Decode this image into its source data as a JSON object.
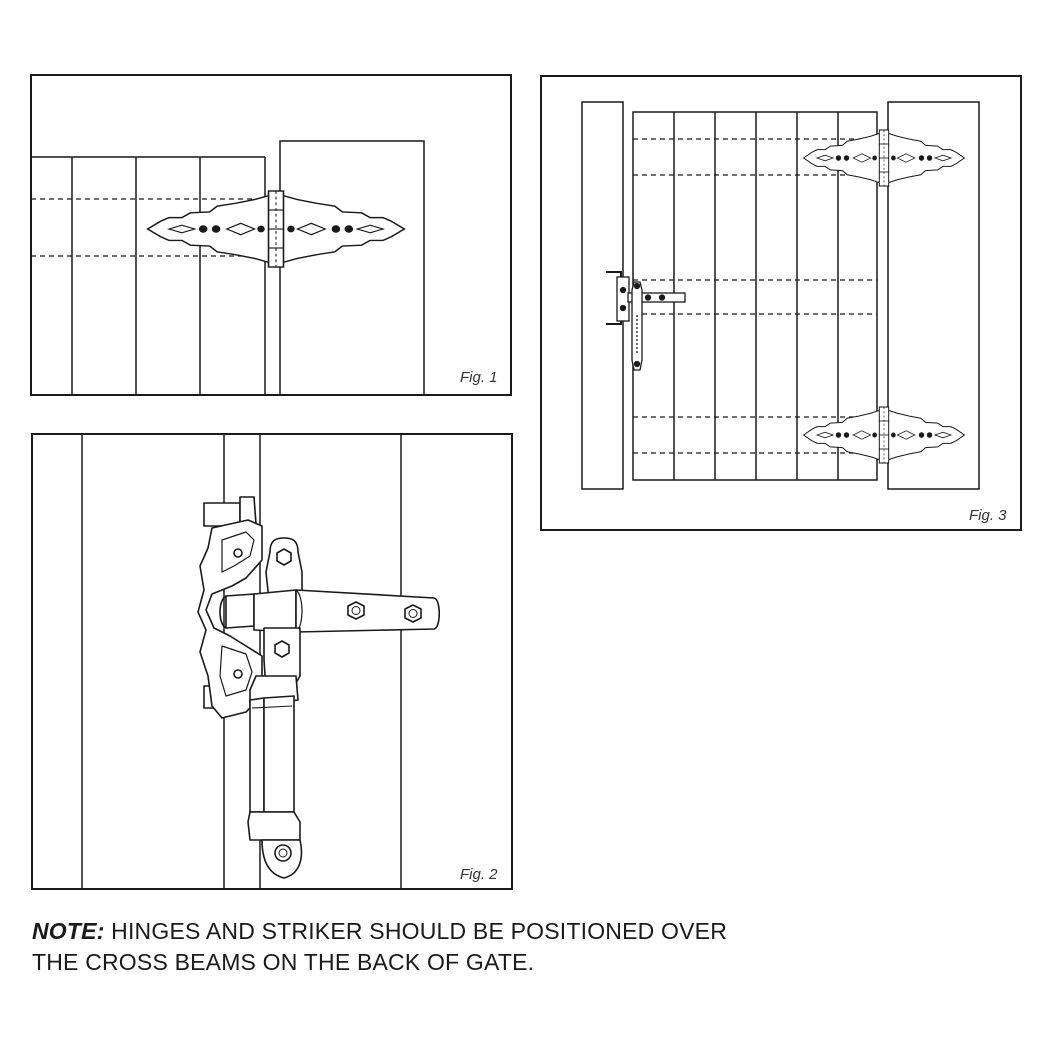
{
  "figures": {
    "fig1": {
      "label": "Fig. 1"
    },
    "fig2": {
      "label": "Fig. 2"
    },
    "fig3": {
      "label": "Fig. 3"
    }
  },
  "note": {
    "label": "NOTE:",
    "line1": "HINGES AND STRIKER SHOULD BE POSITIONED OVER",
    "line2": "THE CROSS BEAMS ON THE BACK OF GATE."
  },
  "colors": {
    "line": "#1a1a1a",
    "background": "#ffffff"
  }
}
